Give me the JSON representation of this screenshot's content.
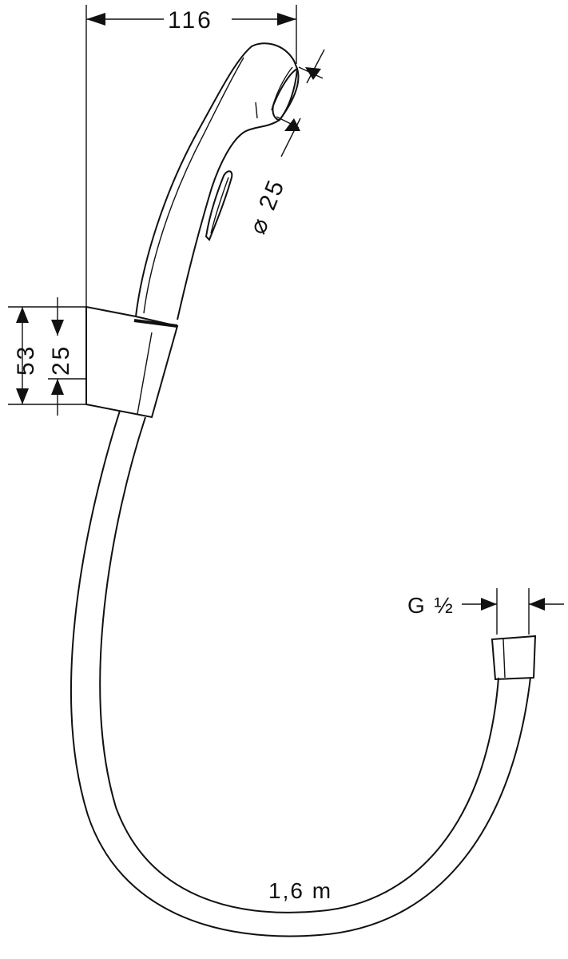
{
  "diagram": {
    "dimensions": {
      "total_width": "116",
      "nozzle_diameter": "⌀ 25",
      "holder_height": "53",
      "holder_inner": "25",
      "connection": "G ½",
      "hose_length": "1,6 m"
    },
    "colors": {
      "stroke": "#111111",
      "background": "#ffffff"
    }
  }
}
